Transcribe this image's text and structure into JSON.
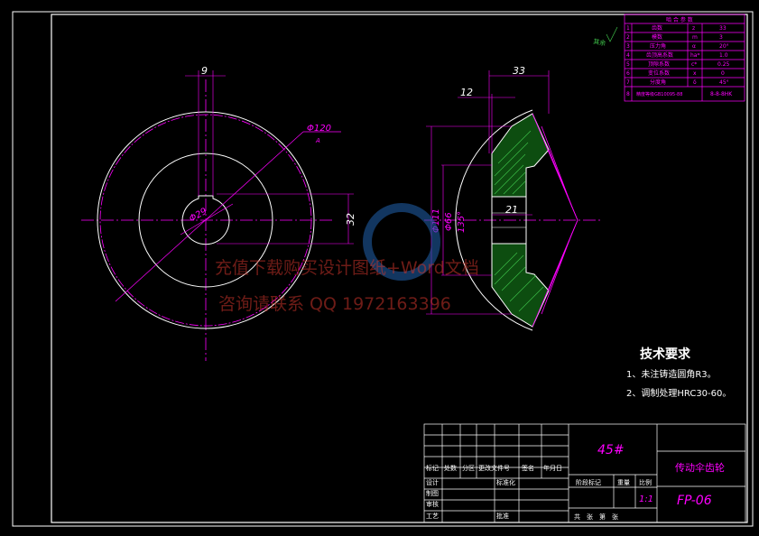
{
  "dimensions": {
    "hub_width": "9",
    "outer_diameter": "Φ120",
    "outer_diameter_note": "A",
    "bore_diameter": "Φ29",
    "keyway_height": "32",
    "total_length": "33",
    "tooth_offset": "12",
    "dia_111": "Φ111",
    "dia_66": "Φ66",
    "cone_angle": "135°",
    "hub_length": "21"
  },
  "roughness_note": "其余",
  "parameter_table": {
    "title": "啮 合 参 数",
    "rows": [
      {
        "no": "1",
        "name": "齿数",
        "sym": "z",
        "val": "33"
      },
      {
        "no": "2",
        "name": "模数",
        "sym": "m",
        "val": "3"
      },
      {
        "no": "3",
        "name": "压力角",
        "sym": "α",
        "val": "20°"
      },
      {
        "no": "4",
        "name": "齿顶高系数",
        "sym": "ha*",
        "val": "1.0"
      },
      {
        "no": "5",
        "name": "顶隙系数",
        "sym": "c*",
        "val": "0.25"
      },
      {
        "no": "6",
        "name": "变位系数",
        "sym": "x",
        "val": "0"
      },
      {
        "no": "7",
        "name": "分度角",
        "sym": "δ",
        "val": "45°"
      },
      {
        "no": "8",
        "name": "精度等级GB10095-88",
        "sym": "",
        "val": "8-8-8HK"
      }
    ]
  },
  "tech_requirements": {
    "title": "技术要求",
    "items": [
      "1、未注铸造圆角R3。",
      "2、调制处理HRC30-60。"
    ]
  },
  "watermark": {
    "line1": "充值下载购买设计图纸+Word文档",
    "line2": "咨询请联系 QQ 1972163396"
  },
  "title_block": {
    "material": "45#",
    "part_name": "传动伞齿轮",
    "drawing_no": "FP-06",
    "scale_label": "比例",
    "scale_value": "1:1",
    "weight_label": "重量",
    "stage_label": "阶段标记",
    "sheets_label": "共　张　第　张",
    "rev_headers": [
      "标记",
      "处数",
      "分区",
      "更改文件号",
      "签名",
      "年月日"
    ],
    "rows": [
      "设计",
      "制图",
      "审核",
      "工艺"
    ],
    "standardize": "标准化",
    "approve": "批准"
  }
}
